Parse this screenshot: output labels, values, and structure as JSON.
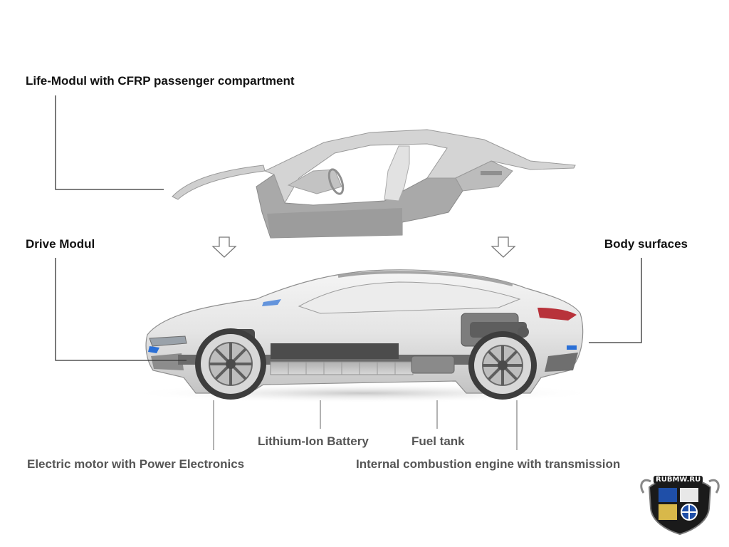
{
  "labels": {
    "life_modul": "Life-Modul with CFRP passenger compartment",
    "drive_modul": "Drive Modul",
    "body_surfaces": "Body surfaces",
    "battery": "Lithium-Ion Battery",
    "fuel_tank": "Fuel tank",
    "electric_motor": "Electric motor with Power Electronics",
    "combustion_engine": "Internal combustion engine with transmission"
  },
  "watermark": {
    "text": "RUBMW.RU"
  },
  "colors": {
    "label_dark": "#111111",
    "label_grey": "#555555",
    "leader_line": "#333333",
    "body_grey": "#c9c9c9",
    "accent_blue": "#2a6fd6",
    "taillight_red": "#b8323a"
  }
}
